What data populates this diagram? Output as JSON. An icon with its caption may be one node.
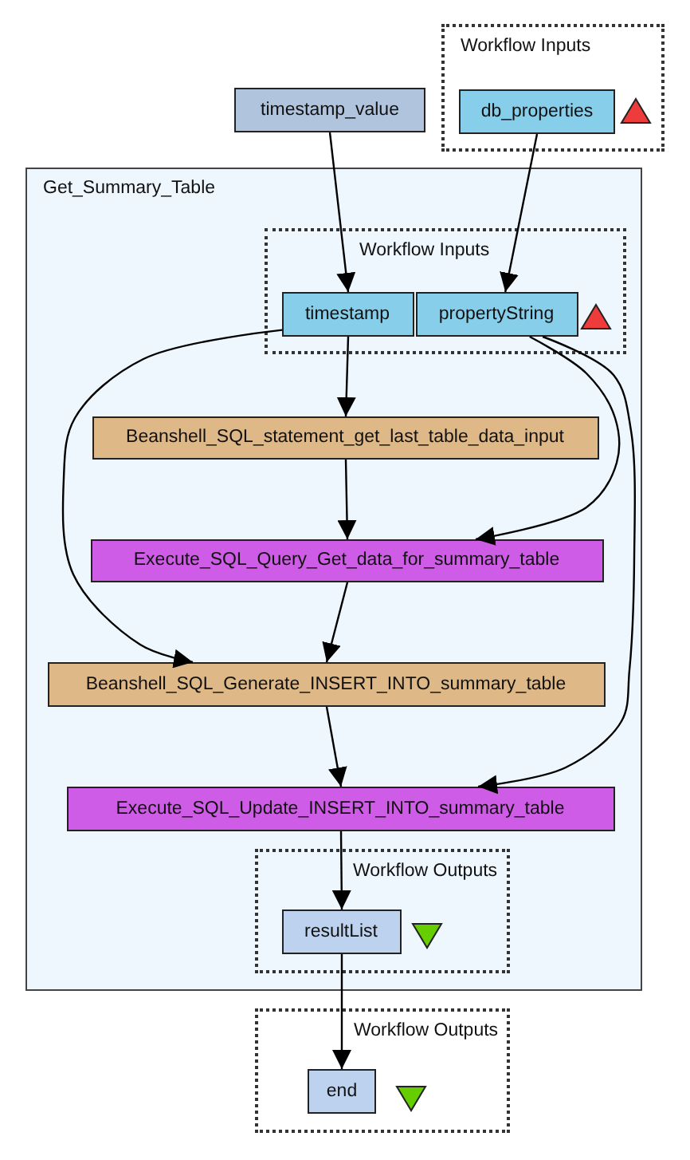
{
  "diagram": {
    "nodes": [
      {
        "text": [
          "Workflow Inputs"
        ]
      },
      {
        "text": [
          "db_properties"
        ],
        "in": 0
      },
      {
        "text": [
          "timestamp_value"
        ]
      },
      {
        "text": [
          "Get_Summary_Table"
        ]
      },
      {
        "text": [
          "Workflow Inputs"
        ],
        "in": 3
      },
      {
        "text": [
          "timestamp"
        ],
        "in": 4
      },
      {
        "text": [
          "propertyString"
        ],
        "in": 4
      },
      {
        "text": [
          "Beanshell_SQL_statement_get_last_table_data_input"
        ],
        "in": 3
      },
      {
        "text": [
          "Execute_SQL_Query_Get_data_for_summary_table"
        ],
        "in": 3
      },
      {
        "text": [
          "Beanshell_SQL_Generate_INSERT_INTO_summary_table"
        ],
        "in": 3
      },
      {
        "text": [
          "Execute_SQL_Update_INSERT_INTO_summary_table"
        ],
        "in": 3
      },
      {
        "text": [
          "Workflow Outputs"
        ],
        "in": 3
      },
      {
        "text": [
          "resultList"
        ],
        "in": 11
      },
      {
        "text": [
          "Workflow Outputs"
        ]
      },
      {
        "text": [
          "end"
        ],
        "in": 13
      }
    ],
    "edges": [
      {
        "from": 2,
        "to": 5,
        "arrow": "to"
      },
      {
        "from": 1,
        "to": 6,
        "arrow": "to"
      },
      {
        "from": 5,
        "to": 7,
        "arrow": "to"
      },
      {
        "from": 5,
        "to": 9,
        "arrow": "to"
      },
      {
        "from": 6,
        "to": 8,
        "arrow": "to"
      },
      {
        "from": 6,
        "to": 10,
        "arrow": "to"
      },
      {
        "from": 7,
        "to": 8,
        "arrow": "to"
      },
      {
        "from": 8,
        "to": 9,
        "arrow": "to"
      },
      {
        "from": 9,
        "to": 10,
        "arrow": "to"
      },
      {
        "from": 10,
        "to": 12,
        "arrow": "to"
      },
      {
        "from": 12,
        "to": 14,
        "arrow": "to"
      }
    ]
  }
}
